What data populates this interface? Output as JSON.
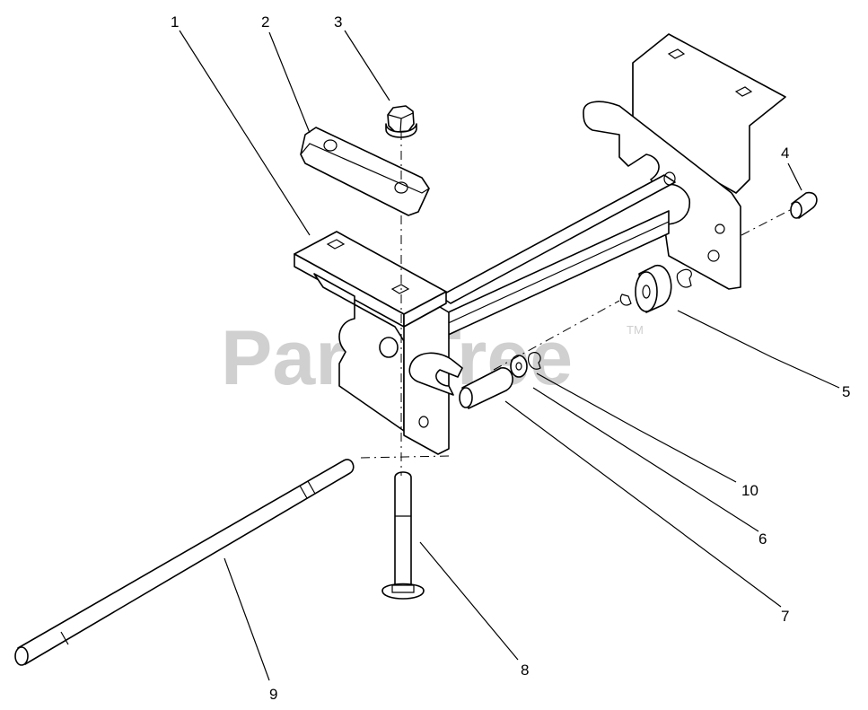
{
  "watermark": {
    "text": "PartsTree",
    "trademark": "TM"
  },
  "callouts": [
    {
      "number": "1"
    },
    {
      "number": "2"
    },
    {
      "number": "3"
    },
    {
      "number": "4"
    },
    {
      "number": "5"
    },
    {
      "number": "6"
    },
    {
      "number": "7"
    },
    {
      "number": "8"
    },
    {
      "number": "9"
    },
    {
      "number": "10"
    }
  ]
}
